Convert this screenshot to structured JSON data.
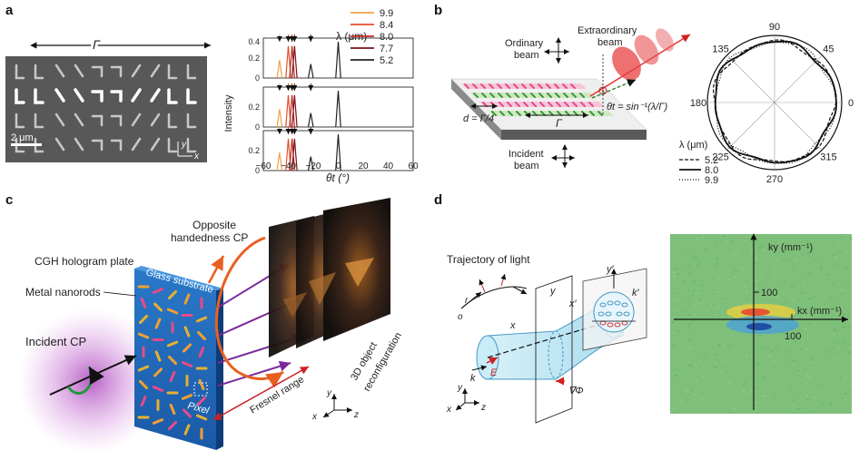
{
  "panels": [
    "a",
    "b",
    "c",
    "d"
  ],
  "panel_a": {
    "period_label": "Γ",
    "scale_bar": "2 μm",
    "axis_y": "y",
    "axis_x": "x",
    "plot": {
      "ylabel": "Intensity",
      "xlabel": "θt (°)",
      "yticks": [
        "0.4",
        "0.2",
        "0"
      ],
      "xticks": [
        "−60",
        "−40",
        "−20",
        "0",
        "20",
        "40",
        "60"
      ],
      "legend_title": "λ (μm)",
      "legend": [
        {
          "label": "9.9",
          "color": "#f0a048"
        },
        {
          "label": "8.4",
          "color": "#e0502a"
        },
        {
          "label": "8.0",
          "color": "#c0281e"
        },
        {
          "label": "7.7",
          "color": "#7a1018"
        },
        {
          "label": "5.2",
          "color": "#222222"
        }
      ]
    }
  },
  "panel_b": {
    "ordinary": "Ordinary",
    "ordinary2": "beam",
    "extraordinary": "Extraordinary",
    "extraordinary2": "beam",
    "equation": "θt = sin⁻¹(λ/Γ)",
    "d_label": "d = Γ/4",
    "gamma": "Γ",
    "incident": "Incident",
    "incident2": "beam",
    "polar_ticks": [
      "90",
      "45",
      "0",
      "315",
      "270",
      "225",
      "180",
      "135"
    ],
    "legend_title": "λ (μm)",
    "legend": [
      "5.2",
      "8.0",
      "9.9"
    ]
  },
  "panel_c": {
    "opposite": "Opposite",
    "opposite2": "handedness CP",
    "cgh": "CGH hologram plate",
    "nanorods": "Metal nanorods",
    "glass": "Glass substrate",
    "incident": "Incident CP",
    "pixel": "Pixel",
    "fresnel": "Fresnel range",
    "reconfig": "3D object",
    "reconfig2": "reconfiguration",
    "ax_x": "x",
    "ax_y": "y",
    "ax_z": "z"
  },
  "panel_d": {
    "trajectory": "Trajectory of light",
    "ky": "ky (mm⁻¹)",
    "kx": "kx (mm⁻¹)",
    "tick100y": "100",
    "tick100x": "100",
    "x": "x",
    "y": "y",
    "xp": "x′",
    "yp": "y′",
    "kp": "k′",
    "k": "k",
    "E": "E",
    "grad": "∇Φ",
    "o": "o",
    "r": "r",
    "ax_x": "x",
    "ax_y": "y",
    "ax_z": "z"
  }
}
